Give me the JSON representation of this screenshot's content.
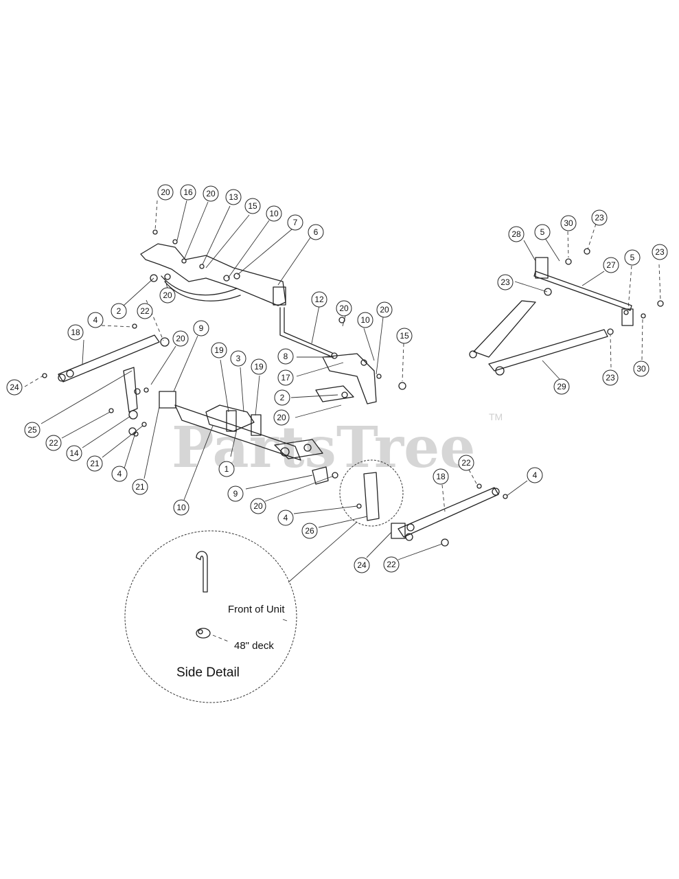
{
  "watermark": {
    "text": "PartsTree",
    "tm": "TM"
  },
  "detail": {
    "front_of_unit": "Front of Unit",
    "deck": "48\" deck",
    "title": "Side Detail"
  },
  "callouts": {
    "c01": "20",
    "c02": "16",
    "c03": "20",
    "c04": "13",
    "c05": "15",
    "c06": "10",
    "c07": "7",
    "c08": "6",
    "c09": "2",
    "c10": "20",
    "c11": "4",
    "c12": "22",
    "c13": "18",
    "c14": "20",
    "c15": "9",
    "c16": "24",
    "c17": "12",
    "c18": "20",
    "c19": "10",
    "c20": "20",
    "c21": "15",
    "c22": "8",
    "c23": "17",
    "c24": "19",
    "c25": "3",
    "c26": "19",
    "c27": "2",
    "c28": "20",
    "c29": "25",
    "c30": "22",
    "c31": "14",
    "c32": "21",
    "c33": "4",
    "c34": "21",
    "c35": "1",
    "c36": "10",
    "c37": "9",
    "c38": "20",
    "c39": "4",
    "c40": "26",
    "c41": "18",
    "c42": "22",
    "c43": "4",
    "c44": "24",
    "c45": "22",
    "c46": "28",
    "c47": "5",
    "c48": "30",
    "c49": "23",
    "c50": "23",
    "c51": "27",
    "c52": "5",
    "c53": "23",
    "c54": "23",
    "c55": "30",
    "c56": "29"
  }
}
